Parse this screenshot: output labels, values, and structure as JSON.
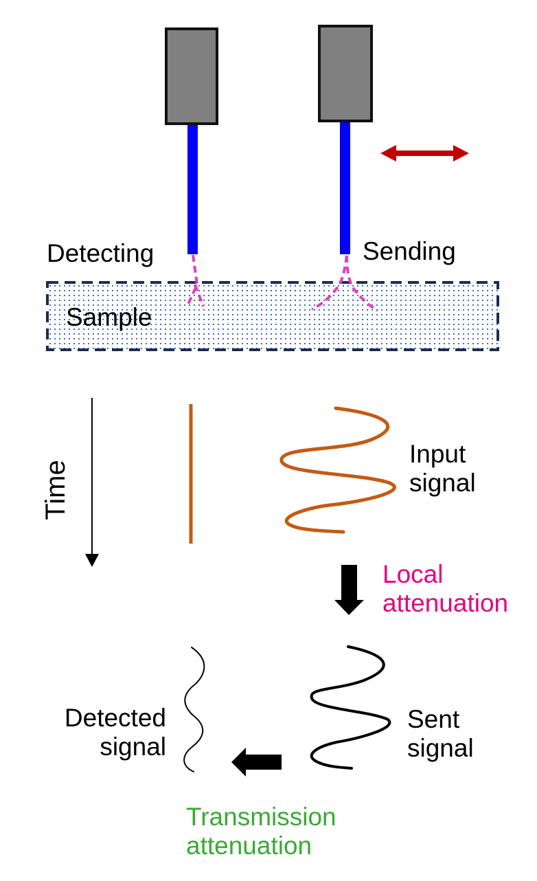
{
  "colors": {
    "probe_body": "#808080",
    "probe_border": "#111111",
    "probe_rod": "#0000ff",
    "move_arrow": "#c00000",
    "beam": "#e040c0",
    "sample_border": "#1a2e50",
    "sample_dots": "#3a6ab0",
    "input_signal": "#c55a11",
    "sent_signal": "#000000",
    "local_attenuation": "#e6007e",
    "transmission_attenuation": "#3aaa35"
  },
  "labels": {
    "detecting": "Detecting",
    "sending": "Sending",
    "sample": "Sample",
    "time": "Time",
    "input_signal": "Input\nsignal",
    "local_attenuation": "Local\nattenuation",
    "sent_signal": "Sent\nsignal",
    "detected_signal": "Detected\nsignal",
    "transmission_attenuation": "Transmission\nattenuation"
  },
  "icons": {
    "move_arrow": "double-headed-arrow",
    "time_arrow": "arrow-down",
    "local_arrow": "block-arrow-down",
    "transmission_arrow": "block-arrow-left"
  }
}
